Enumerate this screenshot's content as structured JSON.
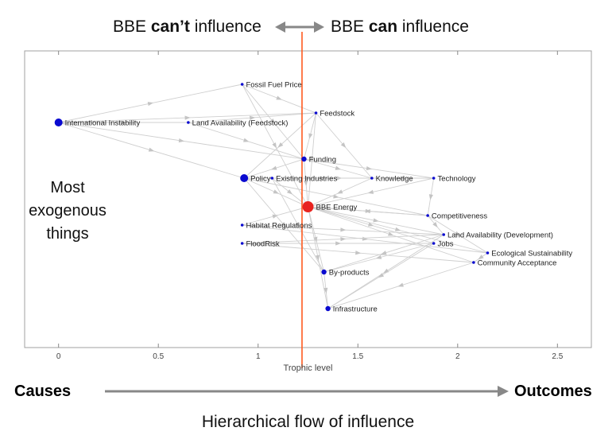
{
  "header": {
    "cant_pre": "BBE ",
    "cant_bold": "can’t",
    "cant_post": " influence",
    "can_pre": "BBE ",
    "can_bold": "can",
    "can_post": " influence"
  },
  "side_label": [
    "Most",
    "exogenous",
    "things"
  ],
  "footer": {
    "causes": "Causes",
    "outcomes": "Outcomes",
    "flow": "Hierarchical flow of influence"
  },
  "colors": {
    "node": "#0a0ad0",
    "focus_node": "#e8231f",
    "divider": "#ff5a1f",
    "edge": "#cfcfcf",
    "arrow": "#888888"
  },
  "chart_data": {
    "type": "scatter",
    "xlabel": "Trophic level",
    "xlim": [
      -0.17,
      2.67
    ],
    "xticks": [
      0,
      0.5,
      1,
      1.5,
      2,
      2.5
    ],
    "tick_labels": [
      "0",
      "0.5",
      "1",
      "1.5",
      "2",
      "2.5"
    ],
    "divider_x": 1.22,
    "nodes": [
      {
        "id": "fossil",
        "label": "Fossil Fuel Price",
        "x": 0.92,
        "row": 1,
        "size": "small"
      },
      {
        "id": "feed",
        "label": "Feedstock",
        "x": 1.29,
        "row": 2,
        "size": "small"
      },
      {
        "id": "intl",
        "label": "International Instability",
        "x": 0.0,
        "row": 3,
        "size": "large"
      },
      {
        "id": "landf",
        "label": "Land Availability (Feedstock)",
        "x": 0.65,
        "row": 3,
        "size": "small"
      },
      {
        "id": "fund",
        "label": "Funding",
        "x": 1.23,
        "row": 4,
        "size": "medium"
      },
      {
        "id": "policy",
        "label": "Policy",
        "x": 0.93,
        "row": 5,
        "size": "large"
      },
      {
        "id": "exist",
        "label": "Existing Industries",
        "x": 1.07,
        "row": 5,
        "size": "small"
      },
      {
        "id": "know",
        "label": "Knowledge",
        "x": 1.57,
        "row": 5,
        "size": "small"
      },
      {
        "id": "tech",
        "label": "Technology",
        "x": 1.88,
        "row": 5,
        "size": "small"
      },
      {
        "id": "bbe",
        "label": "BBE Energy",
        "x": 1.25,
        "row": 6,
        "size": "focus"
      },
      {
        "id": "comp",
        "label": "Competitiveness",
        "x": 1.85,
        "row": 7,
        "size": "small"
      },
      {
        "id": "habitat",
        "label": "Habitat Regulations",
        "x": 0.92,
        "row": 8,
        "size": "small"
      },
      {
        "id": "landd",
        "label": "Land Availability (Development)",
        "x": 1.93,
        "row": 9,
        "size": "small"
      },
      {
        "id": "flood",
        "label": "FloodRisk",
        "x": 0.92,
        "row": 10,
        "size": "small"
      },
      {
        "id": "jobs",
        "label": "Jobs",
        "x": 1.88,
        "row": 10,
        "size": "small"
      },
      {
        "id": "eco",
        "label": "Ecological Sustainability",
        "x": 2.15,
        "row": 11,
        "size": "small"
      },
      {
        "id": "comm",
        "label": "Community Acceptance",
        "x": 2.08,
        "row": 12,
        "size": "small"
      },
      {
        "id": "byp",
        "label": "By-products",
        "x": 1.33,
        "row": 13,
        "size": "medium"
      },
      {
        "id": "infra",
        "label": "Infrastructure",
        "x": 1.35,
        "row": 14,
        "size": "medium"
      }
    ],
    "edges": [
      [
        "intl",
        "fossil"
      ],
      [
        "intl",
        "landf"
      ],
      [
        "intl",
        "feed"
      ],
      [
        "intl",
        "fund"
      ],
      [
        "intl",
        "policy"
      ],
      [
        "landf",
        "feed"
      ],
      [
        "landf",
        "fund"
      ],
      [
        "fossil",
        "feed"
      ],
      [
        "fossil",
        "fund"
      ],
      [
        "fossil",
        "bbe"
      ],
      [
        "feed",
        "fund"
      ],
      [
        "feed",
        "know"
      ],
      [
        "feed",
        "bbe"
      ],
      [
        "feed",
        "policy"
      ],
      [
        "fund",
        "know"
      ],
      [
        "fund",
        "tech"
      ],
      [
        "fund",
        "bbe"
      ],
      [
        "fund",
        "policy"
      ],
      [
        "policy",
        "bbe"
      ],
      [
        "policy",
        "know"
      ],
      [
        "policy",
        "tech"
      ],
      [
        "policy",
        "comp"
      ],
      [
        "exist",
        "bbe"
      ],
      [
        "exist",
        "know"
      ],
      [
        "know",
        "tech"
      ],
      [
        "know",
        "bbe"
      ],
      [
        "tech",
        "comp"
      ],
      [
        "tech",
        "bbe"
      ],
      [
        "bbe",
        "comp"
      ],
      [
        "bbe",
        "landd"
      ],
      [
        "bbe",
        "jobs"
      ],
      [
        "bbe",
        "eco"
      ],
      [
        "bbe",
        "comm"
      ],
      [
        "bbe",
        "byp"
      ],
      [
        "bbe",
        "infra"
      ],
      [
        "habitat",
        "landd"
      ],
      [
        "habitat",
        "eco"
      ],
      [
        "habitat",
        "bbe"
      ],
      [
        "flood",
        "landd"
      ],
      [
        "flood",
        "jobs"
      ],
      [
        "flood",
        "comm"
      ],
      [
        "comp",
        "landd"
      ],
      [
        "comp",
        "eco"
      ],
      [
        "comp",
        "bbe"
      ],
      [
        "landd",
        "byp"
      ],
      [
        "jobs",
        "byp"
      ],
      [
        "eco",
        "comm"
      ],
      [
        "comm",
        "infra"
      ],
      [
        "landd",
        "infra"
      ],
      [
        "jobs",
        "infra"
      ],
      [
        "byp",
        "infra"
      ],
      [
        "exist",
        "byp"
      ],
      [
        "policy",
        "byp"
      ]
    ]
  }
}
